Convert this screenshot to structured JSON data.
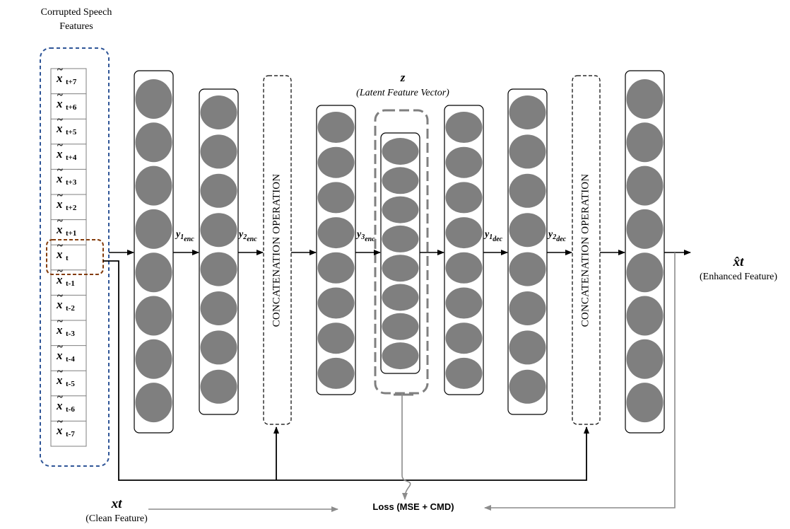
{
  "title": "Corrupted Speech Features",
  "input_cells": [
    {
      "sub": "t+7"
    },
    {
      "sub": "t+6"
    },
    {
      "sub": "t+5"
    },
    {
      "sub": "t+4"
    },
    {
      "sub": "t+3"
    },
    {
      "sub": "t+2"
    },
    {
      "sub": "t+1"
    },
    {
      "sub": "t"
    },
    {
      "sub": "t-1"
    },
    {
      "sub": "t-2"
    },
    {
      "sub": "t-3"
    },
    {
      "sub": "t-4"
    },
    {
      "sub": "t-5"
    },
    {
      "sub": "t-6"
    },
    {
      "sub": "t-7"
    }
  ],
  "cell_symbol": "x",
  "latent": {
    "symbol": "z",
    "label": "(Latent Feature Vector)"
  },
  "concat_label": "CONCATENATION OPERATION",
  "y_labels": [
    {
      "base": "y",
      "sub_num": "1",
      "sub_tag": "enc"
    },
    {
      "base": "y",
      "sub_num": "2",
      "sub_tag": "enc"
    },
    {
      "base": "y",
      "sub_num": "3",
      "sub_tag": "enc"
    },
    {
      "base": "y",
      "sub_num": "1",
      "sub_tag": "dec"
    },
    {
      "base": "y",
      "sub_num": "2",
      "sub_tag": "dec"
    }
  ],
  "output": {
    "symbol": "x̂t",
    "label": "(Enhanced Feature)"
  },
  "clean": {
    "symbol": "xt",
    "label": "(Clean Feature)"
  },
  "loss": {
    "text": "Loss (MSE + CMD)"
  },
  "colors": {
    "node": "#7f7f7f",
    "input_dash": "#2f5597",
    "target_dash": "#843c0c",
    "loss_line": "#8c8c8c",
    "stroke": "#000000"
  }
}
